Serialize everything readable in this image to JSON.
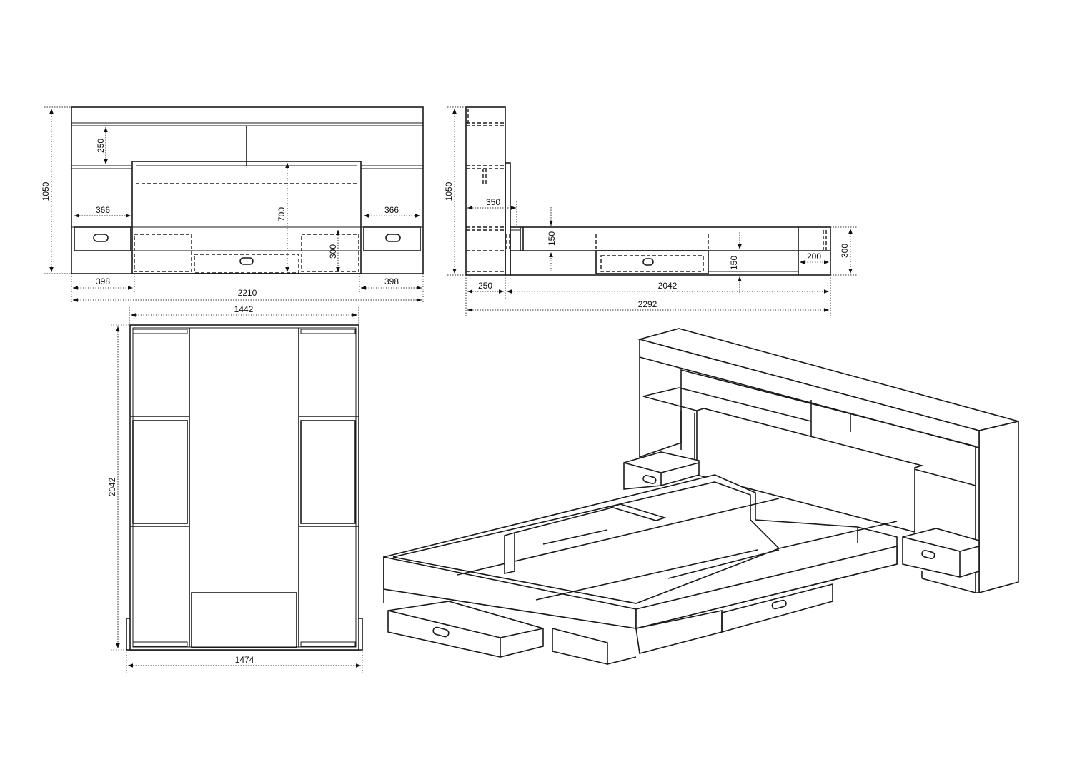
{
  "front_view": {
    "height_total": "1050",
    "shelf_height": "250",
    "headboard_height": "700",
    "nightstand_width_left": "366",
    "nightstand_width_right": "366",
    "drawer_height": "300",
    "side_width_left": "398",
    "side_width_right": "398",
    "width_total": "2210"
  },
  "side_view": {
    "height_total": "1050",
    "headboard_depth": "350",
    "rail_height": "150",
    "clearance": "150",
    "foot_depth": "200",
    "bed_height": "300",
    "head_depth": "250",
    "bed_length": "2042",
    "length_total": "2292"
  },
  "top_view": {
    "inner_width": "1442",
    "length": "2042",
    "outer_width": "1474"
  }
}
